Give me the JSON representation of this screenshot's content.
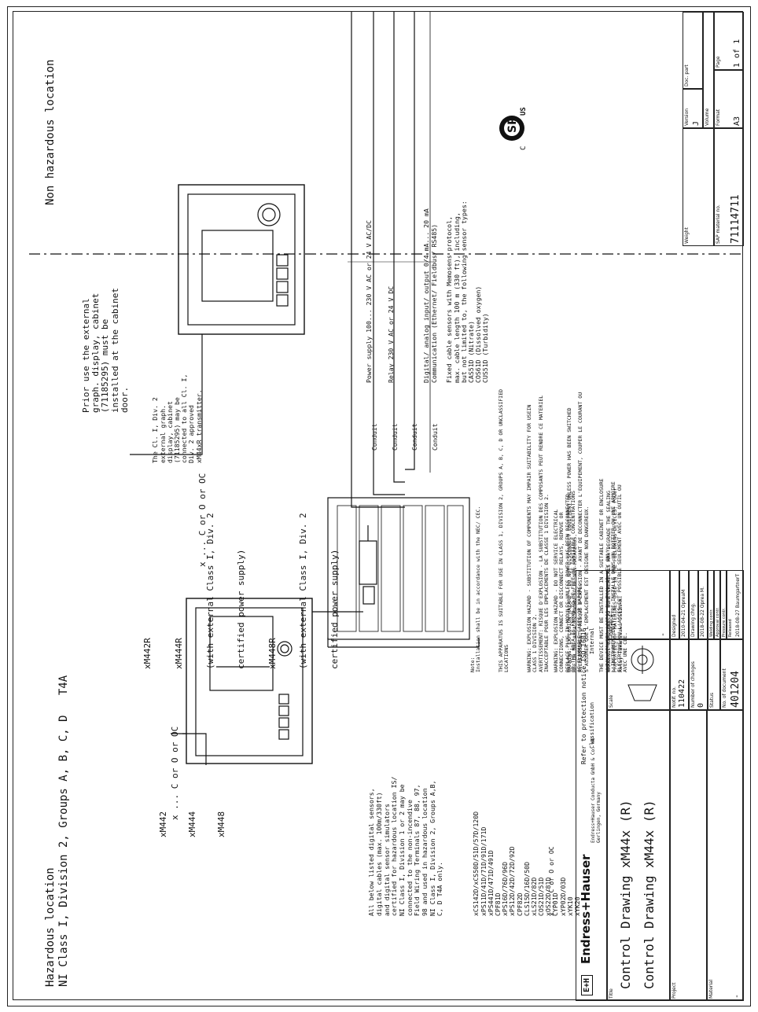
{
  "zones": {
    "hazardous_title": "Hazardous location",
    "hazardous_subtitle": "NI Class I, Division 2, Groups A, B, C, D   T4A",
    "non_hazardous_title": "Non hazardous location"
  },
  "left_devices": {
    "models": [
      "xM442",
      "xM444",
      "xM448"
    ],
    "x_note": "x ... C or O or OC"
  },
  "module_devices": {
    "lines": [
      "xM442R",
      "xM444R",
      "(with external Class I, Div. 2",
      "certified power supply)",
      "xM448R",
      "(with external Class I, Div. 2",
      "certified power supply)"
    ],
    "x_note": "x ... C or O or OC"
  },
  "cabinet_note": [
    "Prior use the external",
    "graph. display, cabinet",
    "(71185295) must be",
    "installed at the cabinet",
    "door."
  ],
  "div2_note": [
    "The Cl. I, Div. 2",
    "external graph.",
    "display, cabinet",
    "(71185295) may be",
    "connected to all Cl. I,",
    "Div. 2 approved",
    "xM44xR transmitter."
  ],
  "conduits": [
    "Conduit",
    "Conduit",
    "Conduit",
    "Conduit"
  ],
  "connections": {
    "power": "Power supply 100... 230 V AC or 24 V AC/DC",
    "relay": "Relay 230 V AC or 24 V DC",
    "digital": [
      "Digital/ analog input/ output 0/4 mA... 20 mA",
      "Communication (Ethernet/ Fieldbus/ RS485)"
    ],
    "fixed": [
      "Fixed cable sensors with Memosens protocol,",
      "max. cable length 100 m (330 ft), including,",
      "but not limited to, the following sensor types:",
      "CAS51D (Nitrate)",
      "COS61D (Dissolved oxygen)",
      "CUS51D (Turbidity)"
    ]
  },
  "sensors_note": [
    "All below listed digital sensors,",
    "digital cables (max. 100m/330ft)",
    "and digital sensor simulators",
    "certified for hazardous location IS/",
    "NI Class I, Division 1 or 2 may be",
    "connected to the non-incendive",
    "Field Wiring Terminals 87, 88, 97,",
    "98 and used in hazardous location",
    "NI Class I, Division 2, Groups A,B,",
    "C, D T4A only."
  ],
  "sensor_list": [
    "xCS142D/xCS50D/51D/57D/120D",
    "xPS11D/41D/71D/91D/171D",
    "xPS441D/471D/491D",
    "CPF81D",
    "xPS16D/76D/96D",
    "xPS12D/42D/72D/92D",
    "CPF82D",
    "CLS15D/16D/50D",
    "xLS21D/82D",
    "COS21D/51D",
    "xOS22D/81D",
    "CYP01D",
    "xYP02D/03D",
    "xYK10",
    "xYK20"
  ],
  "sensor_x_note": "x ... C or O or OC",
  "notes": [
    [
      "Note:",
      "Installation shall be in accordance with the NEC/ CEC."
    ],
    [
      "THIS APPARATUS IS SUITABLE FOR USE IN CLASS 1, DIVISION 2, GROUPS A, B, C, D OR UNCLASSIFIED",
      "LOCATIONS"
    ],
    [
      "WARNING: EXPLOSION HAZARD - SUBSTITUTION OF COMPONENTS MAY IMPAIR SUITABILITY FOR USEIN",
      "CLASS 1 DIVISION 2.",
      "AVERTISSEMENT: RISQUE D'EXPLOSION - LA SUBSTITUTION DES COMPOSANTS PEUT RENDRE CE MATERIEL",
      "INACCEPTABLE POUR LES EMPLACEMENTS DE CLASSE 1 DIVISION 2."
    ],
    [
      "WARNING: EXPLOSION HAZARD - DO NOT DISCONNECT EQUIPMENT UNLESS POWER HAS BEEN SWITCHED",
      "OFF OR THE AREA IS KNOWN TO BE NON-HAZARDOUS.",
      "AVERTISSEMENT: RISQUE D'EXPLOSION - AVANT DE DECONNECTER L'EQUIPEMENT, COUPER LE COURANT OU",
      "S'ASSURER QUE L'EMPLACEMENT EST DESIGNE NON DANGEREUX."
    ],
    [
      "WARNING: EXPOSURE TO SOME CHEMICALS MAY DEGRADE THE SEALING",
      "PROPERTIES OF MATERIALS USED IN THE FOLLOWING DEVICES: Power",
      "Relay Takamisawa JS12N-K."
    ],
    [
      "WARNING: EXPLOSION HAZARD - DO NOT SERVICE ELECTRICAL",
      "CONNECTIONS, CONNECT OR DISCONNECT RELAYS, REMOVE OR",
      "REPLACE PLUG-IN MODULES UNLESS POWER HAS BEEN DISCONNECTED",
      "OR THE AREA IS KNOWN TO BE FREE OF IGNITIBLE CONCENTRATIONS",
      "OF FLAMMABLE GASES OR VAPORS."
    ],
    [
      "THE DEVICE MUST BE INSTALLED IN A SUITABLE CABINET OR ENCLOSURE",
      "WHICH PERMITS ACCESS BY TOOL OR KEY ONLY.",
      "L'INSTRUMENT DOIT ETRE INSTALLE DANS UN BOITIER OU UNE ARMOIRE",
      "ELECTRIQUE OU L'ACCES EST POSSIBLE SEULEMENT AVEC UN OUTIL OU",
      "AVEC UNE CLE."
    ]
  ],
  "cert_mark": {
    "left": "C",
    "right": "US"
  },
  "title_block": {
    "company": "Endress+Hauser",
    "company_sub": [
      "Endress+Hauser Conducta GmbH & Co. KG",
      "Gerlingen, Germany"
    ],
    "logo": "E+H",
    "protection_notice": "Refer to protection notice ISO 16016",
    "classification_label": "Classification",
    "classification": "Internal",
    "title_label": "Title",
    "title_1": "Control Drawing xM44x (R)",
    "title_2": "Control Drawing xM44x (R)",
    "project_label": "Project",
    "material_label": "Material",
    "material": "-",
    "scale_label": "Scale",
    "tolerance_label": "Tolerance",
    "tolerance": "-",
    "notif_label": "Notif. no.",
    "notif": "110422",
    "changes_label": "Number of changes",
    "changes": "0",
    "status_label": "Status",
    "doc_no_label": "No. of document",
    "doc_no": "401204",
    "weight_label": "Weight",
    "sap_label": "SAP material no.",
    "sap": "71114711",
    "designed_label": "Designed",
    "designed": "2010-04-21  OpreaM",
    "drawing_chng_label": "Drawing chng.",
    "drawing_chng": "2018-08-22  Oprea M.",
    "welding_label": "Welding contr.",
    "approval_label": "Approval contr.",
    "pressure_label": "Pressure contr.",
    "released_label": "Released",
    "released": "2018-08-27  BaumgartnerT",
    "version_label": "Version",
    "version": "J",
    "docpart_label": "Doc. part",
    "volume_label": "Volume",
    "format_label": "Format",
    "format": "A3",
    "page_label": "Page",
    "page": "1  of  1"
  }
}
